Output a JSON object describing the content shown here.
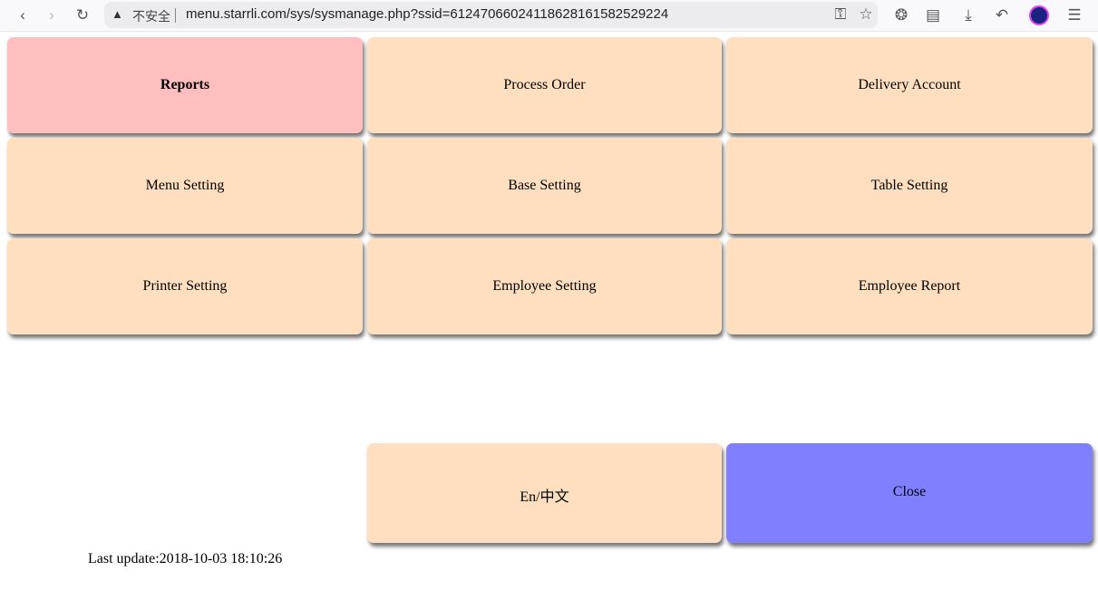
{
  "browser": {
    "insecure_label": "不安全",
    "url": "menu.starrli.com/sys/sysmanage.php?ssid=61247066024118628161582529224"
  },
  "buttons": {
    "reports": "Reports",
    "process_order": "Process Order",
    "delivery_account": "Delivery Account",
    "menu_setting": "Menu Setting",
    "base_setting": "Base Setting",
    "table_setting": "Table Setting",
    "printer_setting": "Printer Setting",
    "employee_setting": "Employee Setting",
    "employee_report": "Employee Report",
    "language": "En/中文",
    "close": "Close"
  },
  "footer": {
    "last_update": "Last update:2018-10-03 18:10:26"
  },
  "colors": {
    "default_button": "#ffdfbf",
    "active_button": "#ffbfbf",
    "close_button": "#8080ff"
  }
}
